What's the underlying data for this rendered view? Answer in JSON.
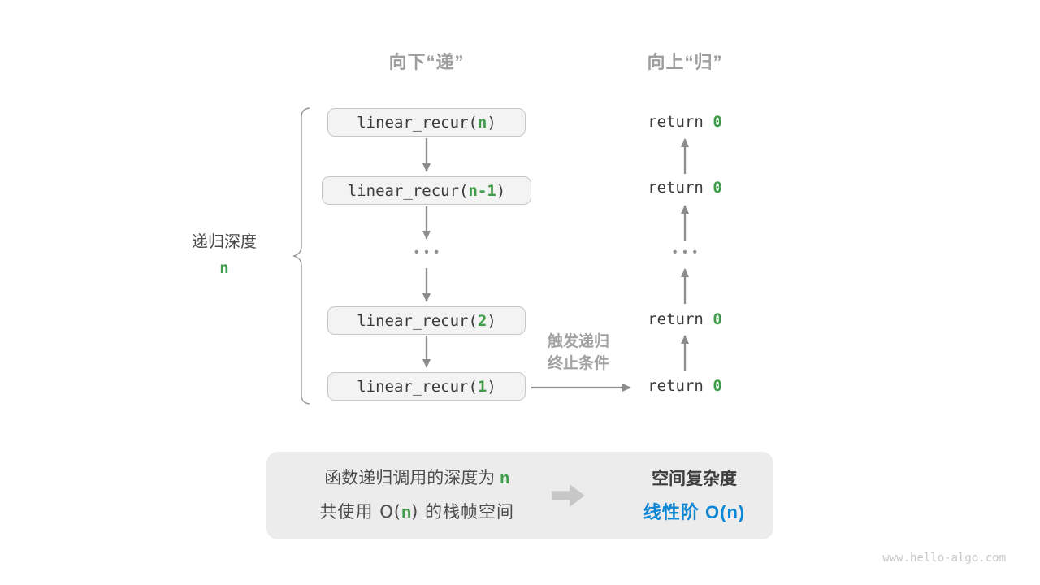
{
  "diagram": {
    "header_down": "向下“递”",
    "header_up": "向上“归”",
    "depth_label": "递归深度",
    "depth_value": "n",
    "call_boxes": [
      {
        "prefix": "linear_recur(",
        "arg": "n",
        "suffix": ")"
      },
      {
        "prefix": "linear_recur(",
        "arg": "n-1",
        "suffix": ")"
      },
      {
        "prefix": "linear_recur(",
        "arg": "2",
        "suffix": ")"
      },
      {
        "prefix": "linear_recur(",
        "arg": "1",
        "suffix": ")"
      }
    ],
    "returns": [
      {
        "keyword": "return ",
        "value": "0"
      },
      {
        "keyword": "return ",
        "value": "0"
      },
      {
        "keyword": "return ",
        "value": "0"
      },
      {
        "keyword": "return ",
        "value": "0"
      }
    ],
    "ellipsis": "•••",
    "trigger_label_line1": "触发递归",
    "trigger_label_line2": "终止条件"
  },
  "summary": {
    "line1_prefix": "函数递归调用的深度为 ",
    "line1_var": "n",
    "line2_prefix": "共使用 O(",
    "line2_var": "n",
    "line2_suffix": ") 的栈帧空间",
    "result_title": "空间复杂度",
    "result_value": "线性阶 O(n)"
  },
  "watermark": "www.hello-algo.com",
  "colors": {
    "accent_green": "#3f9c4b",
    "accent_blue": "#0e86d4",
    "arrow_gray": "#8c8c8c",
    "label_gray": "#9e9e9e",
    "box_fill": "#f3f3f3",
    "box_border": "#c6c6c6",
    "panel_fill": "#ececec"
  }
}
